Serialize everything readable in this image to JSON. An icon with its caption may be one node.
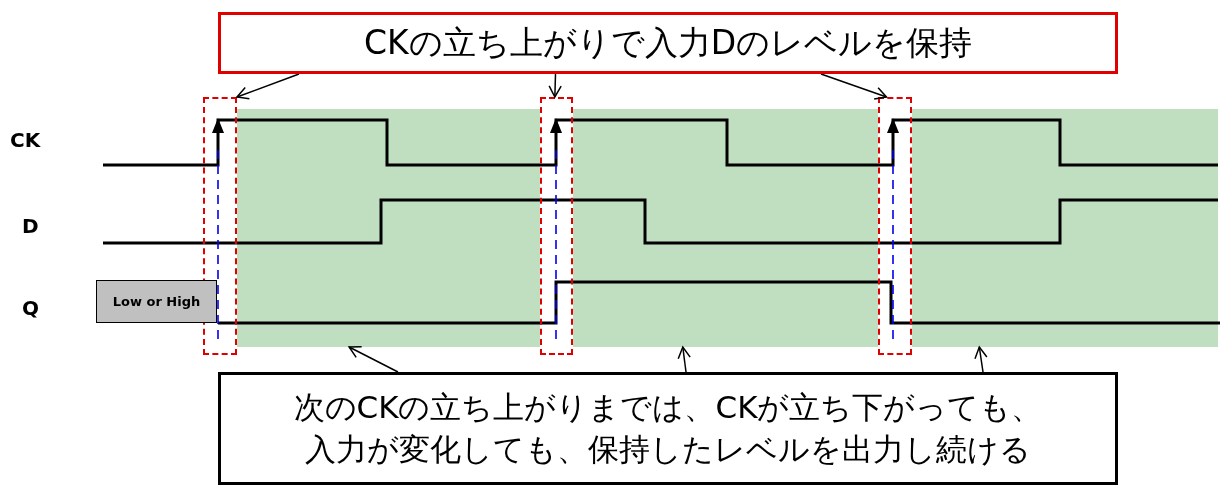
{
  "diagram": {
    "nodes": [
      {
        "text": [
          "CKの立ち上がりで入力Dのレベルを保持"
        ]
      },
      {
        "text": [],
        "shape": "box"
      },
      {
        "text": [],
        "shape": "box"
      },
      {
        "text": [],
        "shape": "box"
      },
      {
        "text": [],
        "shape": "box"
      },
      {
        "text": [],
        "shape": "box"
      },
      {
        "text": [],
        "shape": "box"
      },
      {
        "text": [
          "次のCKの立ち上がりまでは、CKが立ち下がっても、入力が変化しても、保持したレベルを出力し続ける"
        ]
      },
      {
        "text": [
          "Low or High"
        ]
      }
    ],
    "edges": [
      {
        "from": 0,
        "to": 1,
        "arrow": "to"
      },
      {
        "from": 0,
        "to": 3,
        "arrow": "to"
      },
      {
        "from": 0,
        "to": 5,
        "arrow": "to"
      },
      {
        "from": 7,
        "to": 2,
        "arrow": "to"
      },
      {
        "from": 7,
        "to": 4,
        "arrow": "to"
      },
      {
        "from": 7,
        "to": 6,
        "arrow": "to"
      }
    ],
    "labels": [
      "CK",
      "D",
      "Q"
    ]
  }
}
